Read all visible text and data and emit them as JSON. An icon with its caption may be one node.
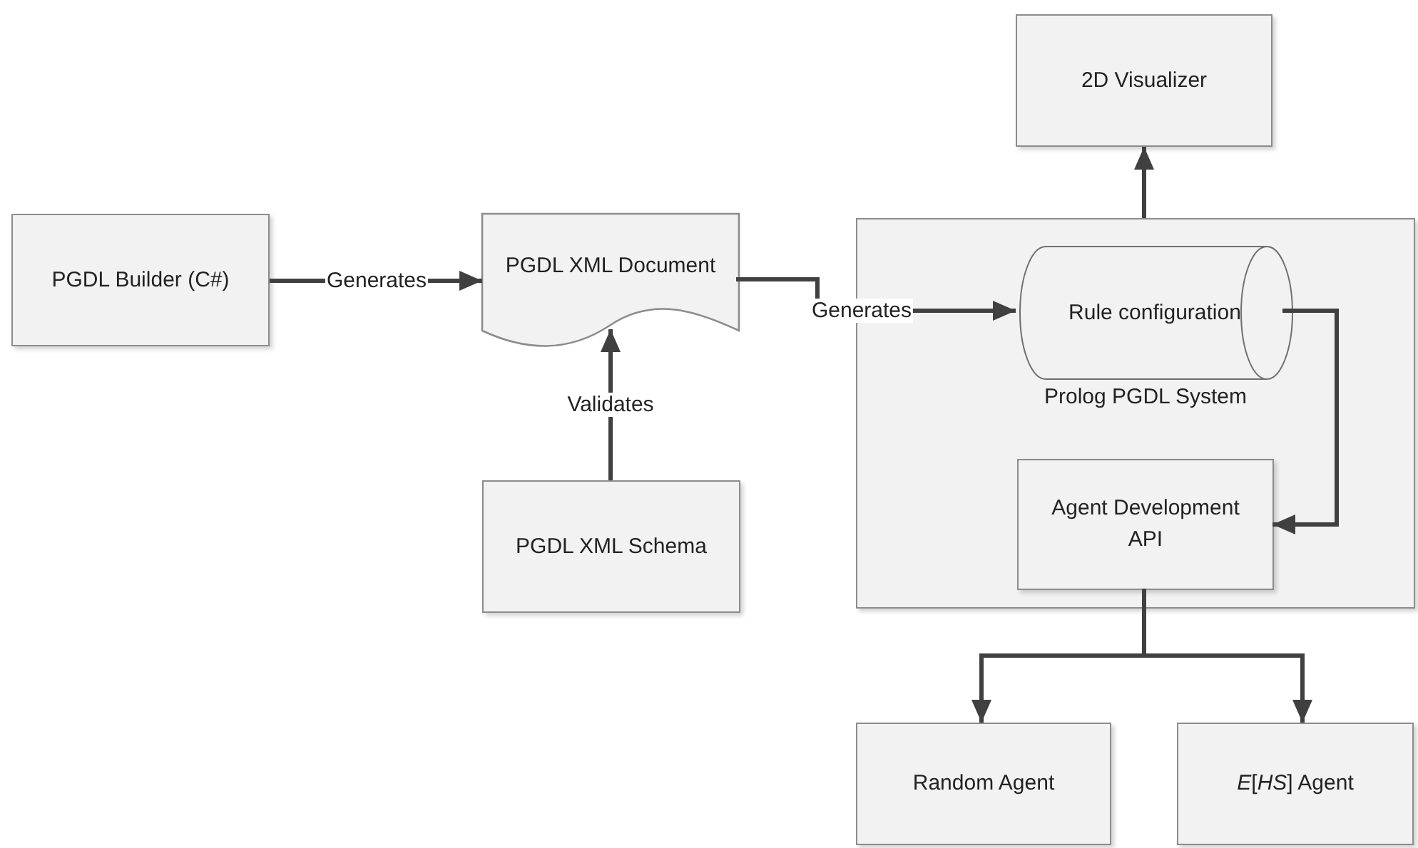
{
  "diagram": {
    "nodes": [
      {
        "text": [
          "PGDL Builder (C#)"
        ]
      },
      {
        "text": [
          "PGDL XML Document"
        ]
      },
      {
        "text": [
          "PGDL XML Schema"
        ]
      },
      {
        "text": [
          "2D Visualizer"
        ]
      },
      {
        "text": [
          "Prolog PGDL System"
        ]
      },
      {
        "text": [
          "Rule configuration"
        ],
        "in": 4
      },
      {
        "text": [
          "Agent Development API"
        ],
        "in": 4
      },
      {
        "text": [
          "Random Agent"
        ]
      },
      {
        "text": [
          "*E*[*HS*] Agent"
        ]
      }
    ],
    "edges": [
      {
        "from": 0,
        "to": 1,
        "arrow": "to",
        "label": "Generates"
      },
      {
        "from": 1,
        "to": 5,
        "arrow": "to",
        "label": "Generates"
      },
      {
        "from": 2,
        "to": 1,
        "arrow": "to",
        "label": "Validates"
      },
      {
        "from": 4,
        "to": 3,
        "arrow": "to"
      },
      {
        "from": 5,
        "to": 6,
        "arrow": "to"
      },
      {
        "from": 6,
        "to": 7,
        "arrow": "to"
      },
      {
        "from": 6,
        "to": 8,
        "arrow": "to"
      }
    ]
  }
}
